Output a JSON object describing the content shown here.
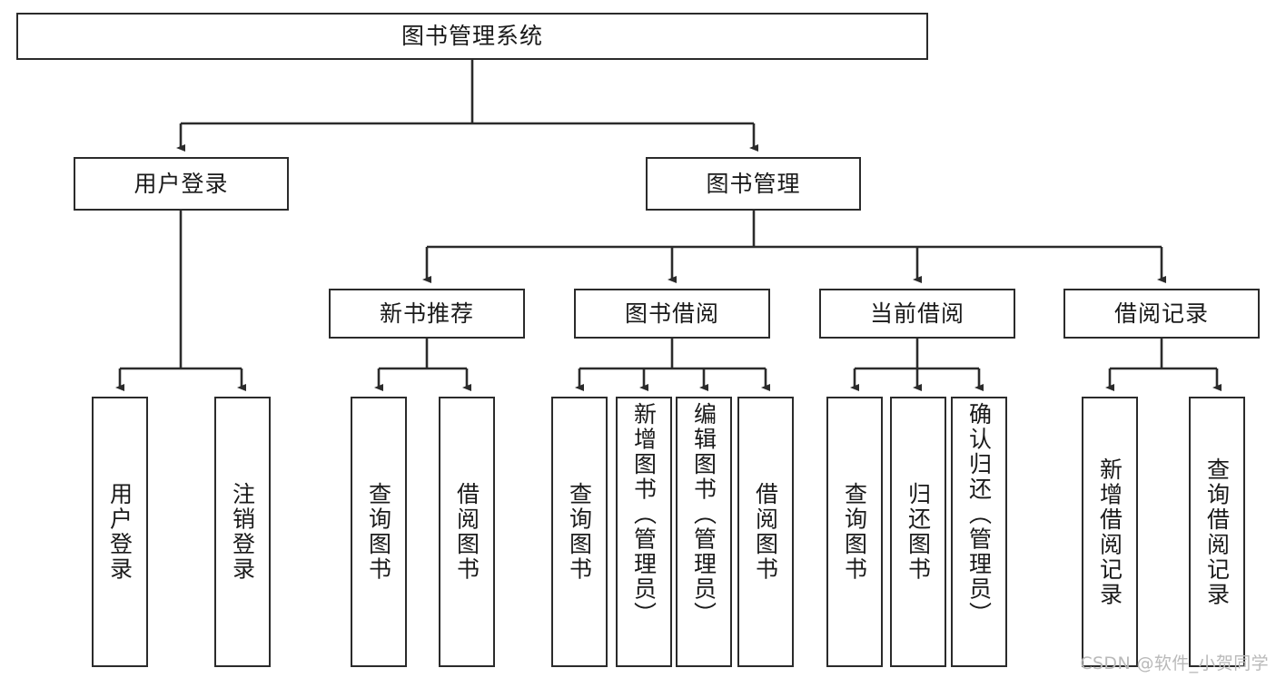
{
  "diagram": {
    "title": "图书管理系统",
    "type": "tree",
    "orientation": "top-down",
    "colors": {
      "stroke": "#2b2b2b",
      "fill": "#ffffff",
      "text": "#1a1a1a",
      "watermark": "#b9b9b9"
    },
    "nodes": {
      "root": {
        "label": "图书管理系统"
      },
      "level2": [
        {
          "id": "user-login",
          "label": "用户登录"
        },
        {
          "id": "book-manage",
          "label": "图书管理"
        }
      ],
      "level3": [
        {
          "id": "new-book-recommend",
          "label": "新书推荐"
        },
        {
          "id": "book-borrow",
          "label": "图书借阅"
        },
        {
          "id": "current-borrow",
          "label": "当前借阅"
        },
        {
          "id": "borrow-record",
          "label": "借阅记录"
        }
      ],
      "leaves": {
        "user_login": [
          {
            "id": "leaf-user-login",
            "label": "用户登录"
          },
          {
            "id": "leaf-logout-login",
            "label": "注销登录"
          }
        ],
        "new_book_recommend": [
          {
            "id": "leaf-query-book-1",
            "label": "查询图书"
          },
          {
            "id": "leaf-borrow-book-1",
            "label": "借阅图书"
          }
        ],
        "book_borrow": [
          {
            "id": "leaf-query-book-2",
            "label": "查询图书"
          },
          {
            "id": "leaf-add-book",
            "label": "新增图书（管理员）"
          },
          {
            "id": "leaf-edit-book",
            "label": "编辑图书（管理员）"
          },
          {
            "id": "leaf-borrow-book-2",
            "label": "借阅图书"
          }
        ],
        "current_borrow": [
          {
            "id": "leaf-query-book-3",
            "label": "查询图书"
          },
          {
            "id": "leaf-return-book",
            "label": "归还图书"
          },
          {
            "id": "leaf-confirm-return",
            "label": "确认归还（管理员）"
          }
        ],
        "borrow_record": [
          {
            "id": "leaf-add-record",
            "label": "新增借阅记录"
          },
          {
            "id": "leaf-query-record",
            "label": "查询借阅记录"
          }
        ]
      }
    }
  },
  "watermark": {
    "text": "CSDN @软件_小贺同学"
  }
}
